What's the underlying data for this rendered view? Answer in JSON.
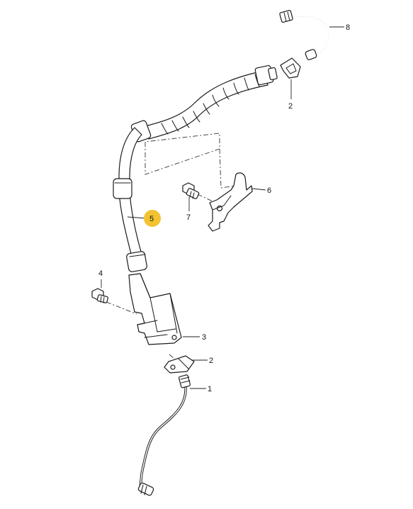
{
  "callouts": {
    "c1": "1",
    "c2a": "2",
    "c2b": "2",
    "c3": "3",
    "c4": "4",
    "c5": "5",
    "c6": "6",
    "c7": "7",
    "c8": "8"
  },
  "colors": {
    "highlight": "#f2c230",
    "line": "#1a1a1a",
    "background": "#ffffff"
  }
}
